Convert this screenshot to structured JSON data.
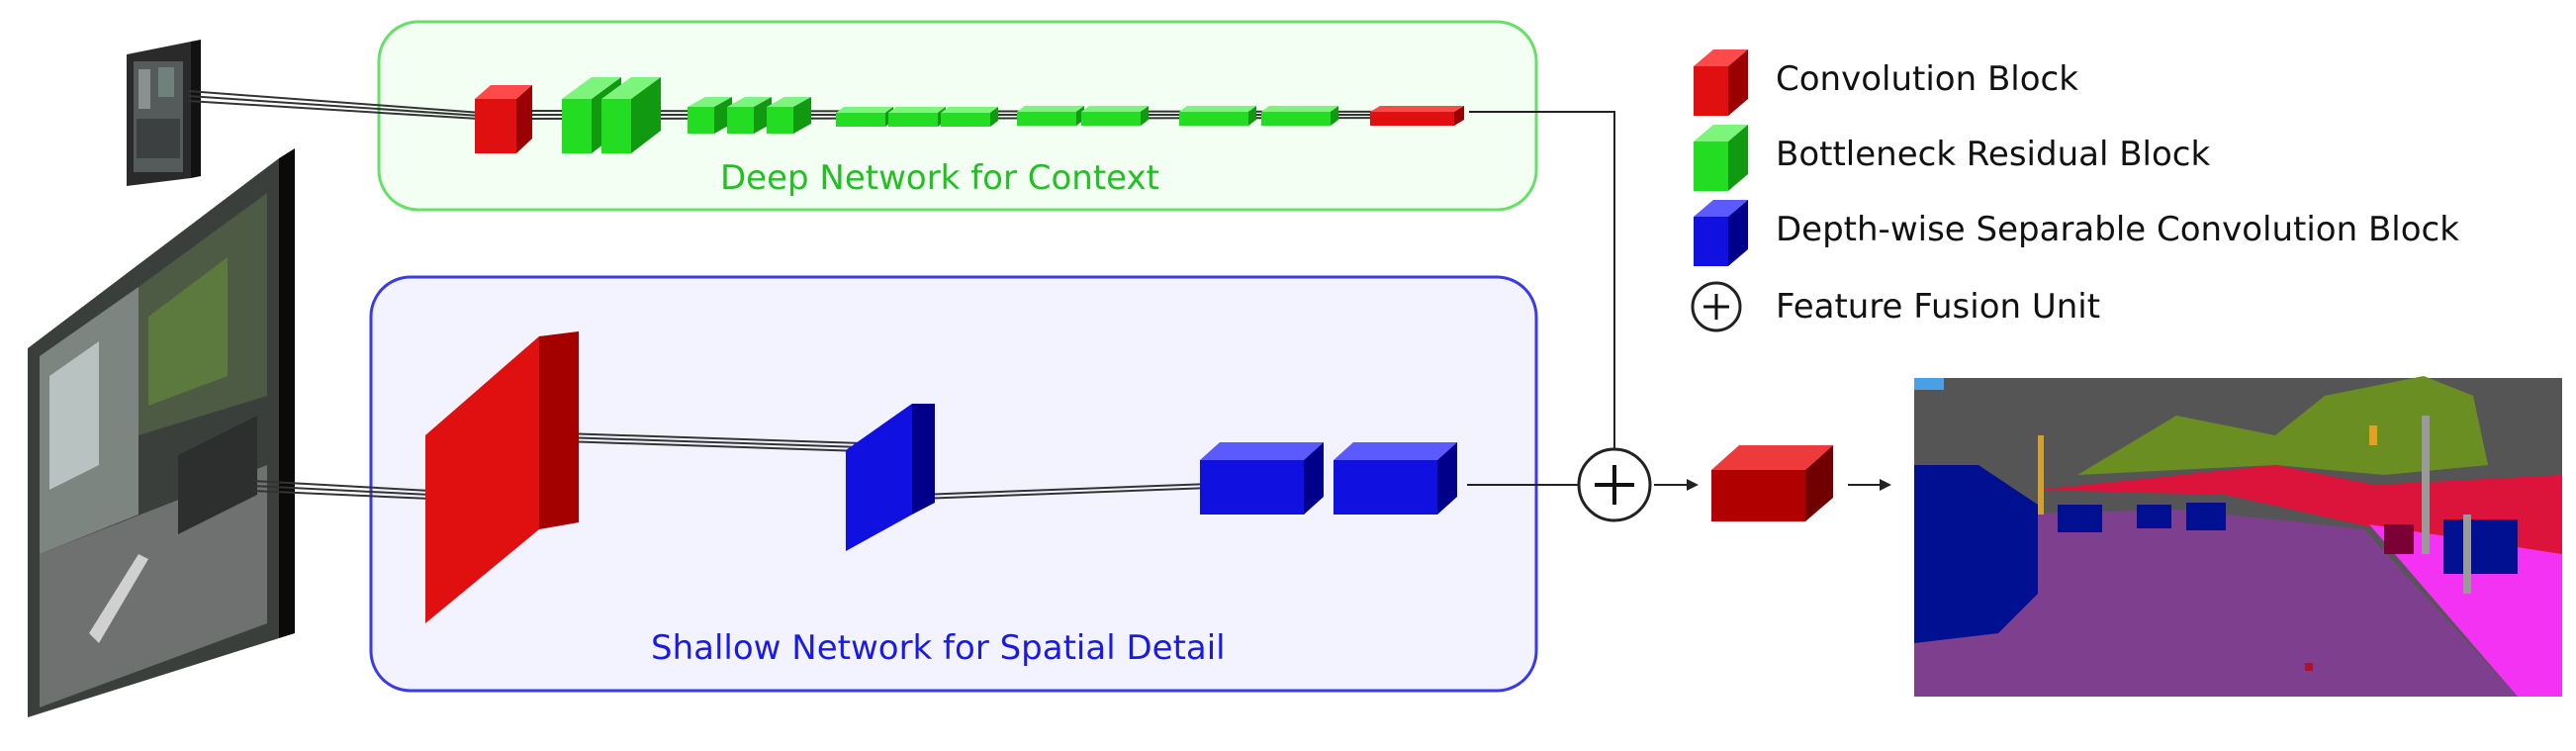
{
  "deep_panel": {
    "title": "Deep Network for Context"
  },
  "shallow_panel": {
    "title": "Shallow Network for Spatial Detail"
  },
  "legend": {
    "items": [
      {
        "label": "Convolution Block",
        "color": "#e01010"
      },
      {
        "label": "Bottleneck Residual Block",
        "color": "#22dd22"
      },
      {
        "label": "Depth-wise Separable Convolution Block",
        "color": "#1010e0"
      },
      {
        "label": "Feature Fusion Unit",
        "icon": "plus-circle-icon"
      }
    ]
  },
  "colors": {
    "deep_panel_border": "#66e066",
    "deep_panel_fill": "#f3fff3",
    "shallow_panel_border": "#3a3ae8",
    "shallow_panel_fill": "#f3f3ff",
    "conv": "#e01010",
    "bottleneck": "#22dd22",
    "dwsconv": "#1010e0",
    "output_conv": "#b00000"
  },
  "images": {
    "input_small": "street-scene-low-res",
    "input_large": "street-scene-full-res",
    "output": "semantic-segmentation-map"
  }
}
